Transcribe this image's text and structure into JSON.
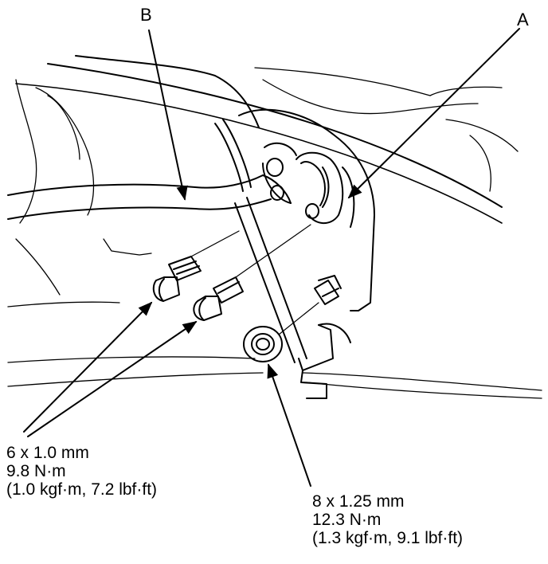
{
  "callouts": {
    "a": "A",
    "b": "B"
  },
  "spec_left": {
    "size": "6 x 1.0 mm",
    "torque_nm": "9.8 N·m",
    "torque_alt": "(1.0 kgf·m, 7.2 lbf·ft)"
  },
  "spec_right": {
    "size": "8 x 1.25 mm",
    "torque_nm": "12.3 N·m",
    "torque_alt": "(1.3 kgf·m, 9.1 lbf·ft)"
  },
  "colors": {
    "ink": "#000000",
    "paper": "#ffffff"
  }
}
